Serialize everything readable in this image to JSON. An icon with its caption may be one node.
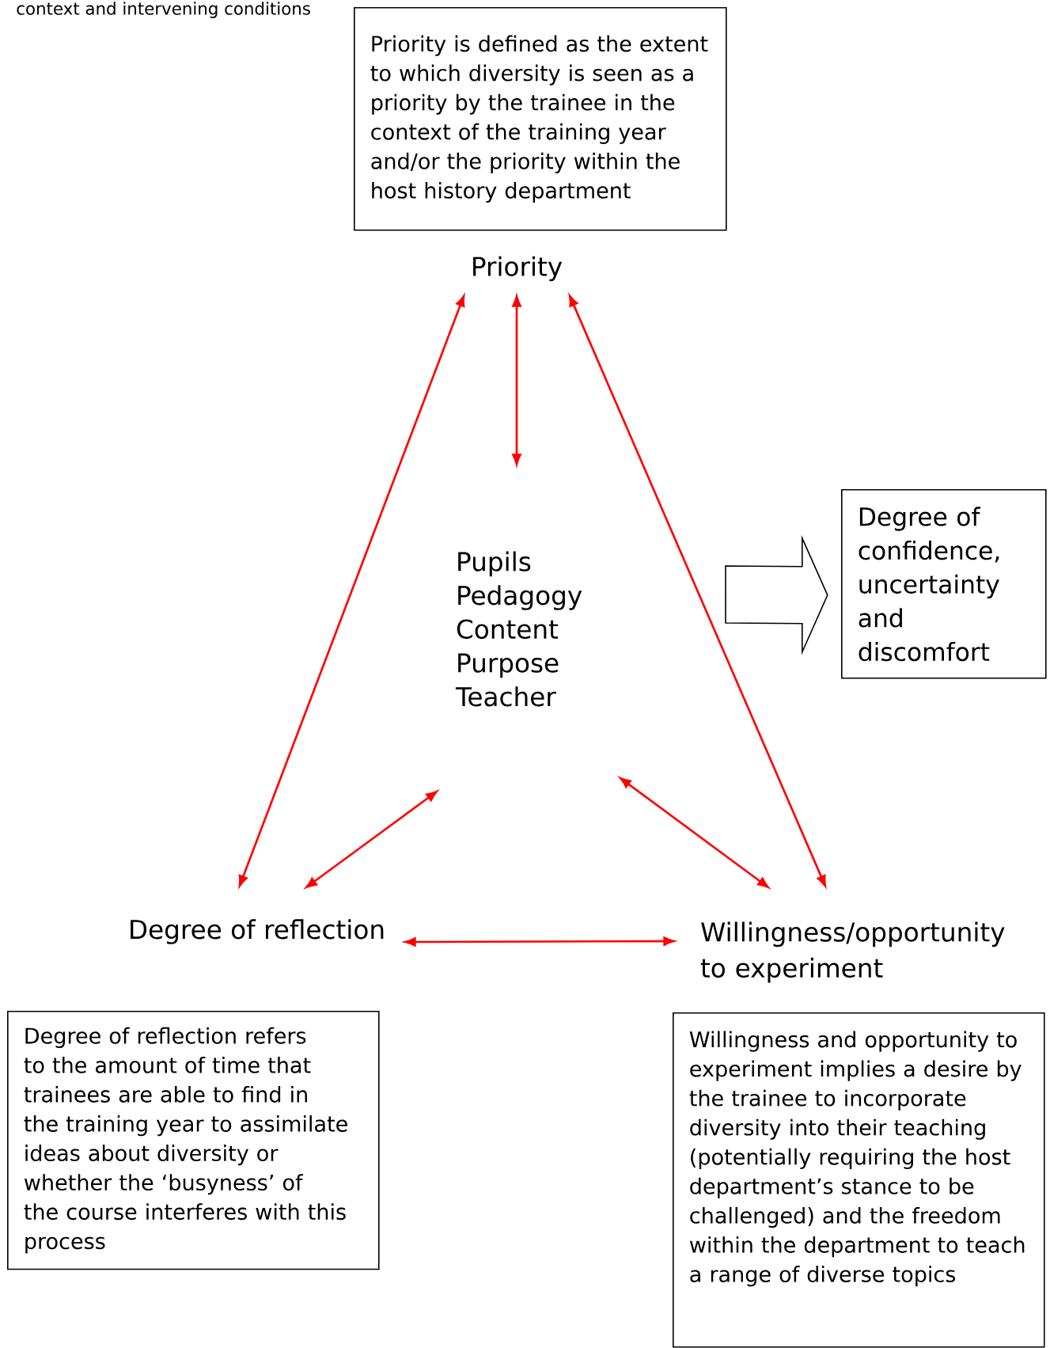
{
  "diagram": {
    "nodes": [
      {
        "text": [
          "Priority is defined as the extent to which diversity is seen as a priority by the trainee in the context of the training year and/or the priority within the host history department"
        ]
      },
      {
        "text": [
          "Priority"
        ]
      },
      {
        "text": [
          "Pupils",
          "Pedagogy",
          "Content",
          "Purpose",
          "Teacher"
        ]
      },
      {
        "text": [
          "Degree of confidence, uncertainty and discomfort"
        ]
      },
      {
        "text": [
          "Degree of reflection"
        ]
      },
      {
        "text": [
          "Willingness/opportunity to experiment"
        ]
      },
      {
        "text": [
          "Degree of reflection refers to the amount of time that trainees are able to find in the training year to assimilate ideas about diversity or whether the ‘busyness’ of the course interferes with this process"
        ]
      },
      {
        "text": [
          "Willingness and opportunity to experiment implies a desire by the trainee to incorporate diversity into their teaching (potentially requiring the host department’s stance to be challenged) and the freedom within the department to teach a range of diverse topics"
        ]
      }
    ],
    "edges": [
      {
        "from": 1,
        "to": 2,
        "arrow": "both"
      },
      {
        "from": 1,
        "to": 4,
        "arrow": "both"
      },
      {
        "from": 1,
        "to": 5,
        "arrow": "both"
      },
      {
        "from": 2,
        "to": 4,
        "arrow": "both"
      },
      {
        "from": 2,
        "to": 5,
        "arrow": "both"
      },
      {
        "from": 4,
        "to": 5,
        "arrow": "both"
      },
      {
        "from": null,
        "to": 3,
        "arrow": "to",
        "style": "thick",
        "color": "#000000"
      }
    ],
    "labels": [
      "context and intervening conditions"
    ]
  }
}
